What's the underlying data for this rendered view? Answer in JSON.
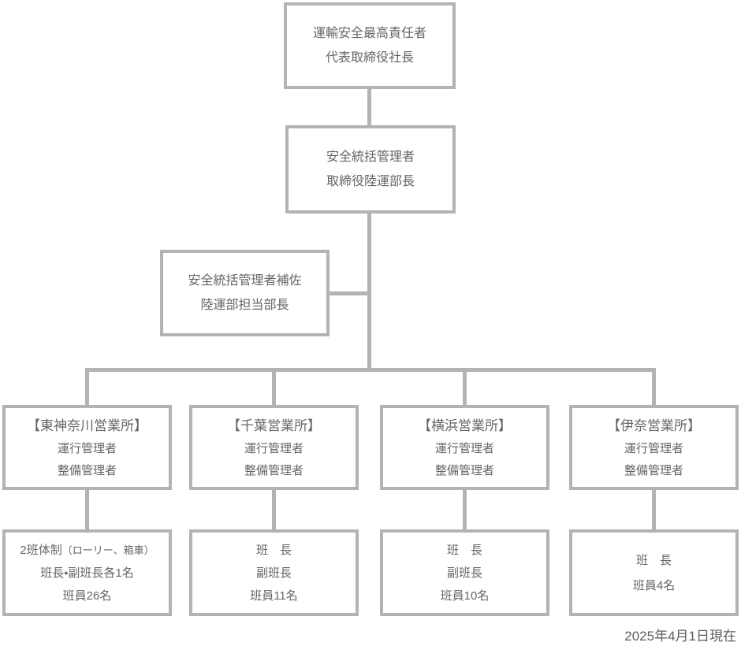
{
  "colors": {
    "line": "#b3b3b3",
    "text": "#666666"
  },
  "nodes": {
    "top": {
      "line1": "運輸安全最高責任者",
      "line2": "代表取締役社長"
    },
    "safety_manager": {
      "line1": "安全統括管理者",
      "line2": "取締役陸運部長"
    },
    "assistant": {
      "line1": "安全統括管理者補佐",
      "line2": "陸運部担当部長"
    }
  },
  "offices": [
    {
      "name": "【東神奈川営業所】",
      "role1": "運行管理者",
      "role2": "整備管理者",
      "team_line1_main": "2班体制",
      "team_line1_small": "（ローリー、箱車）",
      "team_line2": "班長・副班長各1名",
      "team_line3": "班員26名"
    },
    {
      "name": "【千葉営業所】",
      "role1": "運行管理者",
      "role2": "整備管理者",
      "team_line1": "班　長",
      "team_line2": "副班長",
      "team_line3": "班員11名"
    },
    {
      "name": "【横浜営業所】",
      "role1": "運行管理者",
      "role2": "整備管理者",
      "team_line1": "班　長",
      "team_line2": "副班長",
      "team_line3": "班員10名"
    },
    {
      "name": "【伊奈営業所】",
      "role1": "運行管理者",
      "role2": "整備管理者",
      "team_line1": "班　長",
      "team_line2": "班員4名"
    }
  ],
  "footer": {
    "as_of": "2025年4月1日現在"
  }
}
